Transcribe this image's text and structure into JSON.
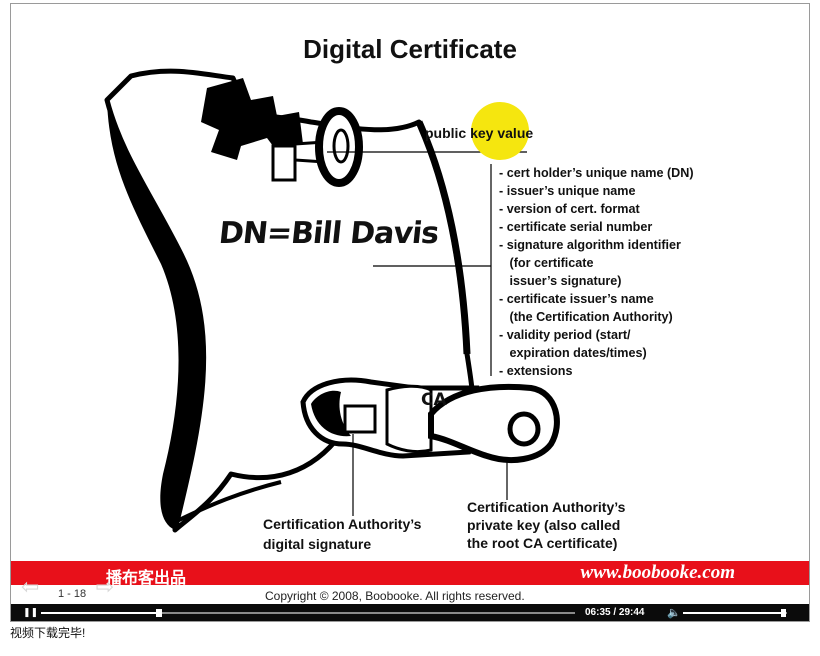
{
  "slide": {
    "title": "Digital Certificate",
    "public_key_label": "public key value",
    "dn_label": "DN=Bill Davis",
    "ca_mark": "CA",
    "fields": [
      "- cert holder’s unique name (DN)",
      "- issuer’s unique name",
      "- version of cert. format",
      "- certificate serial number",
      "- signature algorithm identifier",
      "   (for certificate",
      "   issuer’s signature)",
      "- certificate issuer’s name",
      "   (the Certification Authority)",
      "- validity period (start/",
      "   expiration dates/times)",
      "- extensions"
    ],
    "ca_signature_caption": [
      "Certification Authority’s",
      "digital signature"
    ],
    "ca_private_key_caption": [
      "Certification Authority’s",
      "private key (also called",
      "the root CA certificate)"
    ]
  },
  "banner": {
    "brand": "播布客出品",
    "site": "www.boobooke.com"
  },
  "footer": {
    "page": "1 - 18",
    "copyright": "Copyright © 2008, Boobooke. All rights reserved."
  },
  "player": {
    "pause_icon": "pause-icon",
    "time": "06:35 / 29:44",
    "progress": 0.2214,
    "volume": 0.97
  },
  "status_text": "视频下载完毕!",
  "colors": {
    "banner_red": "#e8101a",
    "highlight_yellow": "#f5e60f",
    "player_bg": "#0b0b0b"
  }
}
